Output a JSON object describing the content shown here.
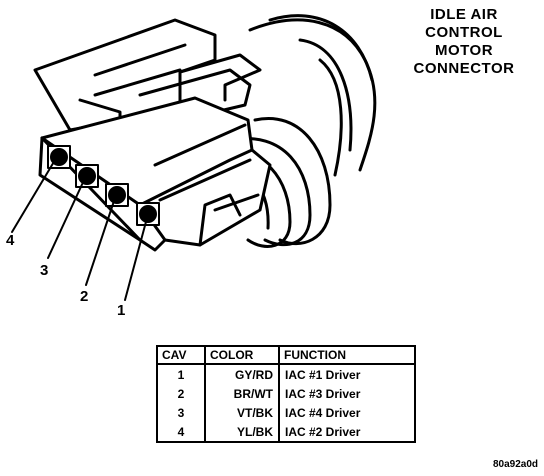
{
  "title": {
    "lines": [
      "IDLE AIR",
      "CONTROL",
      "MOTOR",
      "CONNECTOR"
    ]
  },
  "cavity_labels": [
    "4",
    "3",
    "2",
    "1"
  ],
  "table": {
    "headers": [
      "CAV",
      "COLOR",
      "FUNCTION"
    ],
    "rows": [
      {
        "cav": "1",
        "color": "GY/RD",
        "function": "IAC #1 Driver"
      },
      {
        "cav": "2",
        "color": "BR/WT",
        "function": "IAC #3 Driver"
      },
      {
        "cav": "3",
        "color": "VT/BK",
        "function": "IAC #4 Driver"
      },
      {
        "cav": "4",
        "color": "YL/BK",
        "function": "IAC #2 Driver"
      }
    ]
  },
  "reference_code": "80a92a0d"
}
